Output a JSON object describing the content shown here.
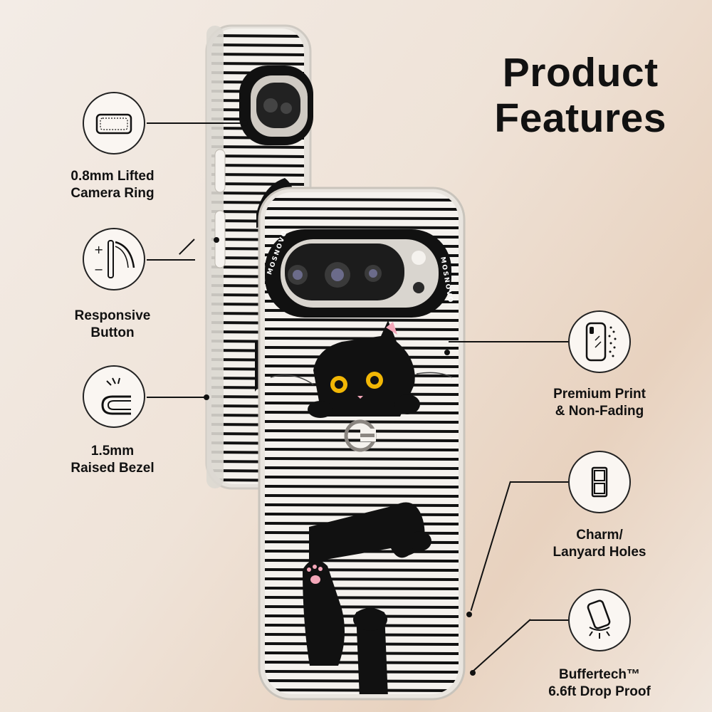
{
  "title": {
    "line1": "Product",
    "line2": "Features"
  },
  "brand": "MOSNOVO",
  "features": {
    "camera_ring": {
      "line1": "0.8mm Lifted",
      "line2": "Camera Ring",
      "icon": "camera-ring-icon"
    },
    "button": {
      "line1": "Responsive",
      "line2": "Button",
      "icon": "responsive-button-icon",
      "plus": "+",
      "minus": "−"
    },
    "bezel": {
      "line1": "1.5mm",
      "line2": "Raised Bezel",
      "icon": "raised-bezel-icon"
    },
    "print": {
      "line1": "Premium Print",
      "line2": "& Non-Fading",
      "icon": "premium-print-icon"
    },
    "lanyard": {
      "line1": "Charm/",
      "line2": "Lanyard Holes",
      "icon": "lanyard-holes-icon"
    },
    "drop": {
      "line1": "Buffertech™",
      "line2": "6.6ft Drop Proof",
      "icon": "drop-proof-icon"
    }
  },
  "colors": {
    "ink": "#111111",
    "background": "#efe3d8",
    "phone_frame": "#d9d5cf",
    "cat_eye": "#f2b705",
    "paw_pad": "#f4a7b9"
  }
}
